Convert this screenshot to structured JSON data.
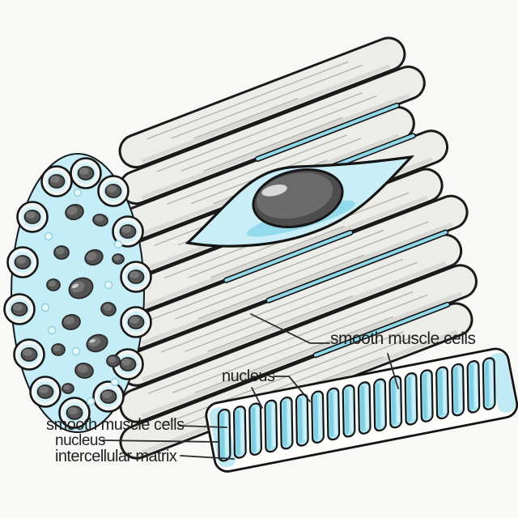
{
  "figure": {
    "type": "hand-drawn anatomical diagram",
    "subject": "smooth muscle tissue",
    "background_color": "#f8f8f6"
  },
  "labels": {
    "bundle_cells": "smooth muscle cells",
    "bundle_nucleus": "nucleus",
    "strip_cells": "smooth muscle cells",
    "strip_nucleus": "nucleus",
    "strip_matrix": "intercellular matrix"
  },
  "colors": {
    "outline": "#1a1a1a",
    "fiber_fill": "#ecece9",
    "fiber_streak": "#b0b0ac",
    "fiber_shade": "#d8d8d4",
    "cyan_gap": "#8fd9ea",
    "cytoplasm": "#c9eef8",
    "cross_section_matrix": "#c4edf7",
    "strip_cell_blue": "#aee4f1",
    "strip_cell_dark": "#7fd0e3",
    "strip_band_white": "#fdfdfb",
    "nucleus_gray": "#6b6b6b",
    "nucleus_dark": "#4d4d4d",
    "nucleus_highlight": "#d9d9d9"
  },
  "illustration": {
    "bundle": {
      "description": "diagonal bundle of elongated smooth muscle fibers with cross-section face at left and one highlighted spindle cell with nucleus",
      "fiber_count": 9,
      "cross_section_ring_count": 14,
      "has_highlighted_cell": true
    },
    "strip": {
      "description": "tilted band of aligned smooth muscle cells embedded in white intercellular matrix",
      "cell_count": 18
    }
  }
}
